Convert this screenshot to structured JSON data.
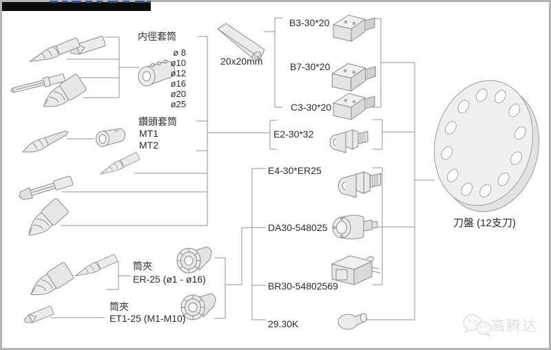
{
  "sleeve": {
    "title": "内徑套筒",
    "sizes": [
      "ø 8",
      "ø10",
      "ø12",
      "ø16",
      "ø20",
      "ø25"
    ]
  },
  "mt": {
    "title": "鑽頭套筒",
    "items": [
      "MT1",
      "MT2"
    ]
  },
  "tool20": {
    "label": "20x20mm"
  },
  "holders": {
    "b3": "B3-30*20",
    "b7": "B7-30*20",
    "c3": "C3-30*20",
    "e2": "E2-30*32",
    "e4": "E4-30*ER25",
    "da": "DA30-548025",
    "br": "BR30-54802569",
    "k": "29.30K"
  },
  "collets": {
    "er": {
      "title": "筒夾",
      "label": "ER-25 (ø1 - ø16)"
    },
    "et": {
      "title": "筒夾",
      "label": "ET1-25 (M1-M10)"
    }
  },
  "turret": {
    "label": "刀盤 (12支刀)"
  },
  "watermark": {
    "text": "高腾达"
  },
  "colors": {
    "line": "#909090",
    "label_text": "#2b2b2b",
    "tool_fill": "#ebebeb",
    "tool_stroke": "#8a8a8a",
    "watermark_gray": "#dedede",
    "title_bar_black": "#0c0c0c",
    "title_remnant_blue": "#2a56b0"
  }
}
